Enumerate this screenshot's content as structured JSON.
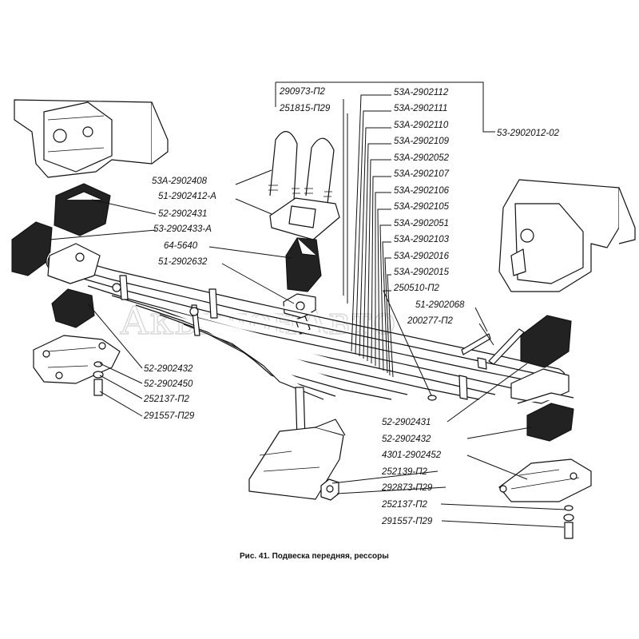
{
  "caption": "Рис. 41. Подвеска передняя, рессоры",
  "watermark": "АквилонАвто",
  "labels": {
    "l01": "290973-П2",
    "l02": "251815-П29",
    "l03": "53А-2902112",
    "l04": "53А-2902111",
    "l05": "53А-2902110",
    "l06": "53А-2902109",
    "l07": "53А-2902052",
    "l08": "53А-2902107",
    "l09": "53А-2902106",
    "l10": "53А-2902105",
    "l11": "53А-2902051",
    "l12": "53А-2902103",
    "l13": "53А-2902016",
    "l14": "53А-2902015",
    "l15": "250510-П2",
    "l16": "51-2902068",
    "l17": "200277-П2",
    "l18": "53-2902012-02",
    "l19": "53А-2902408",
    "l20": "51-2902412-А",
    "l21": "52-2902431",
    "l22": "53-2902433-А",
    "l23": "64-5640",
    "l24": "51-2902632",
    "l25": "52-2902432",
    "l26": "52-2902450",
    "l27": "252137-П2",
    "l28": "291557-П29",
    "l29": "52-2902431",
    "l30": "52-2902432",
    "l31": "4301-2902452",
    "l32": "252139-П2",
    "l33": "292873-П29",
    "l34": "252137-П2",
    "l35": "291557-П29"
  }
}
